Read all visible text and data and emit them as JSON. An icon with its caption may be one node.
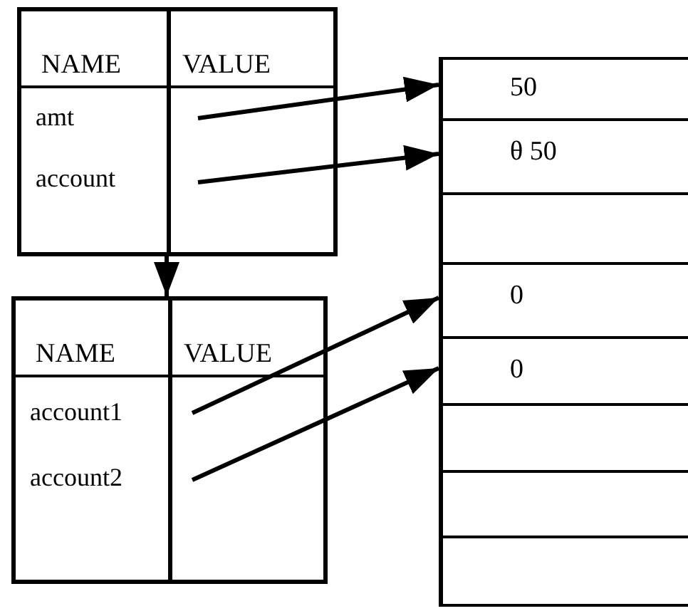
{
  "diagram": {
    "nodes": [
      {
        "text": [
          "NAME",
          "VALUE"
        ]
      },
      {
        "text": [
          "amt"
        ],
        "in": 0
      },
      {
        "text": [
          "account"
        ],
        "in": 0
      },
      {
        "text": [
          "NAME",
          "VALUE"
        ]
      },
      {
        "text": [
          "account1"
        ],
        "in": 3
      },
      {
        "text": [
          "account2"
        ],
        "in": 3
      },
      {
        "text": [],
        "shape": "box"
      },
      {
        "text": [
          "50"
        ],
        "in": 6
      },
      {
        "text": [
          "θ 50"
        ],
        "in": 6
      },
      {
        "text": [],
        "shape": "box",
        "in": 6
      },
      {
        "text": [
          "0"
        ],
        "in": 6
      },
      {
        "text": [
          "0"
        ],
        "in": 6
      },
      {
        "text": [],
        "shape": "box",
        "in": 6
      },
      {
        "text": [],
        "shape": "box",
        "in": 6
      },
      {
        "text": [],
        "shape": "box",
        "in": 6
      }
    ],
    "edges": [
      {
        "from": 0,
        "to": 3,
        "arrow": "to"
      },
      {
        "from": 1,
        "to": 7,
        "arrow": "to"
      },
      {
        "from": 2,
        "to": 8,
        "arrow": "to"
      },
      {
        "from": 4,
        "to": 10,
        "arrow": "to"
      },
      {
        "from": 5,
        "to": 11,
        "arrow": "to"
      }
    ]
  }
}
